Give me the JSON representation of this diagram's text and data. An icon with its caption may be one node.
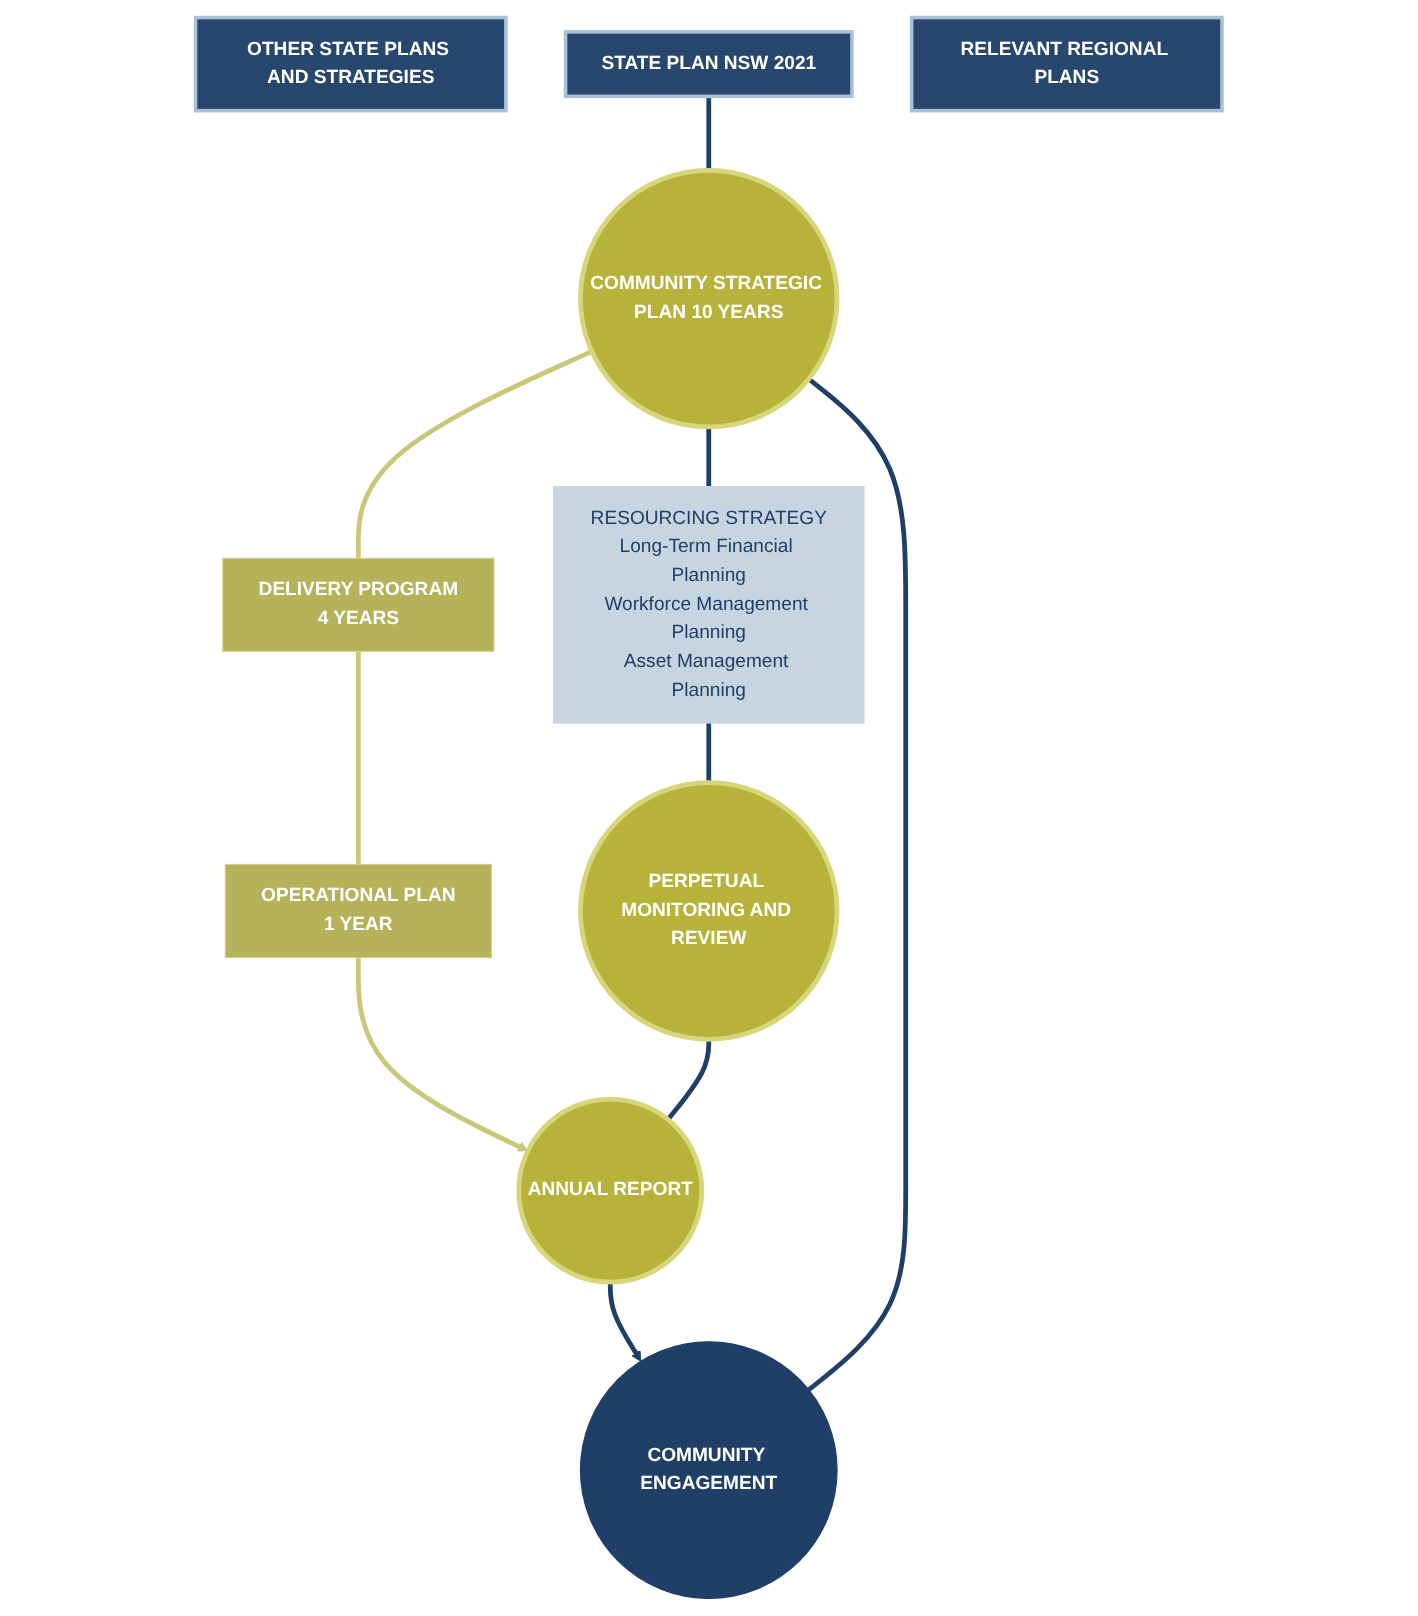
{
  "diagram": {
    "nodes": [
      {
        "text": [
          "OTHER STATE PLANS AND STRATEGIES"
        ]
      },
      {
        "text": [
          "STATE PLAN NSW 2021"
        ]
      },
      {
        "text": [
          "RELEVANT REGIONAL PLANS"
        ]
      },
      {
        "text": [
          "COMMUNITY STRATEGIC PLAN 10 YEARS"
        ]
      },
      {
        "text": [
          "DELIVERY PROGRAM",
          "4 YEARS"
        ]
      },
      {
        "text": [
          "OPERATIONAL PLAN",
          "1 YEAR"
        ]
      },
      {
        "text": [
          "RESOURCING STRATEGY",
          "Long-Term Financial Planning",
          "Workforce Management Planning",
          "Asset Management Planning"
        ]
      },
      {
        "text": [
          "PERPETUAL MONITORING AND REVIEW"
        ]
      },
      {
        "text": [
          "ANNUAL REPORT"
        ]
      },
      {
        "text": [
          "COMMUNITY ENGAGEMENT"
        ]
      }
    ],
    "edges": [
      {
        "from": 1,
        "to": 3,
        "arrow": "none"
      },
      {
        "from": 3,
        "to": 4,
        "arrow": "none",
        "color": "#c9c77a"
      },
      {
        "from": 4,
        "to": 5,
        "arrow": "none",
        "color": "#c9c77a"
      },
      {
        "from": 5,
        "to": 8,
        "arrow": "to",
        "color": "#c9c77a"
      },
      {
        "from": 8,
        "to": 9,
        "arrow": "to"
      },
      {
        "from": 9,
        "to": 3,
        "arrow": "none"
      },
      {
        "from": 3,
        "to": 6,
        "arrow": "none"
      },
      {
        "from": 6,
        "to": 7,
        "arrow": "none"
      },
      {
        "from": 7,
        "to": 8,
        "arrow": "none"
      }
    ]
  }
}
